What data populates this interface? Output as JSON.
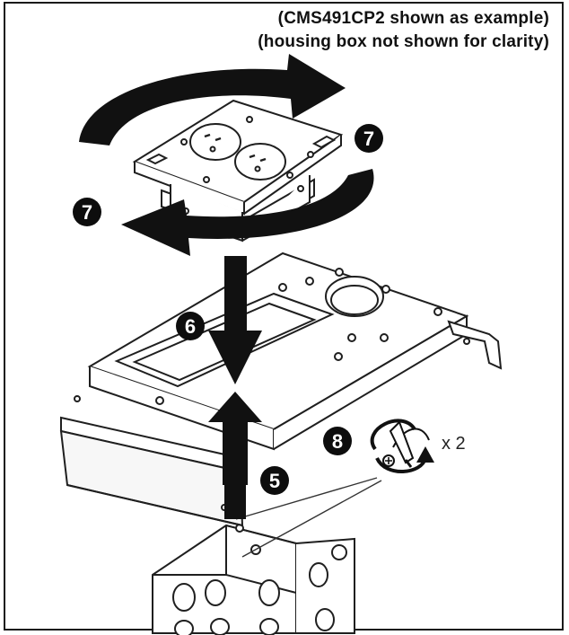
{
  "captions": {
    "line1": "(CMS491CP2 shown as example)",
    "line2": "(housing box not shown for clarity)"
  },
  "callouts": {
    "step_rotate": "7",
    "step_insert": "6",
    "step_lift": "5",
    "step_screws": "8"
  },
  "screw_multiplier": "x 2",
  "colors": {
    "ink": "#111111",
    "line": "#1f1f1f",
    "callout_fill": "#0d0d0d",
    "callout_text": "#ffffff"
  },
  "icons": [
    "curved-rotation-arrow",
    "down-arrow",
    "up-arrow",
    "screwdriver-icon",
    "rotation-arrow-icon"
  ]
}
